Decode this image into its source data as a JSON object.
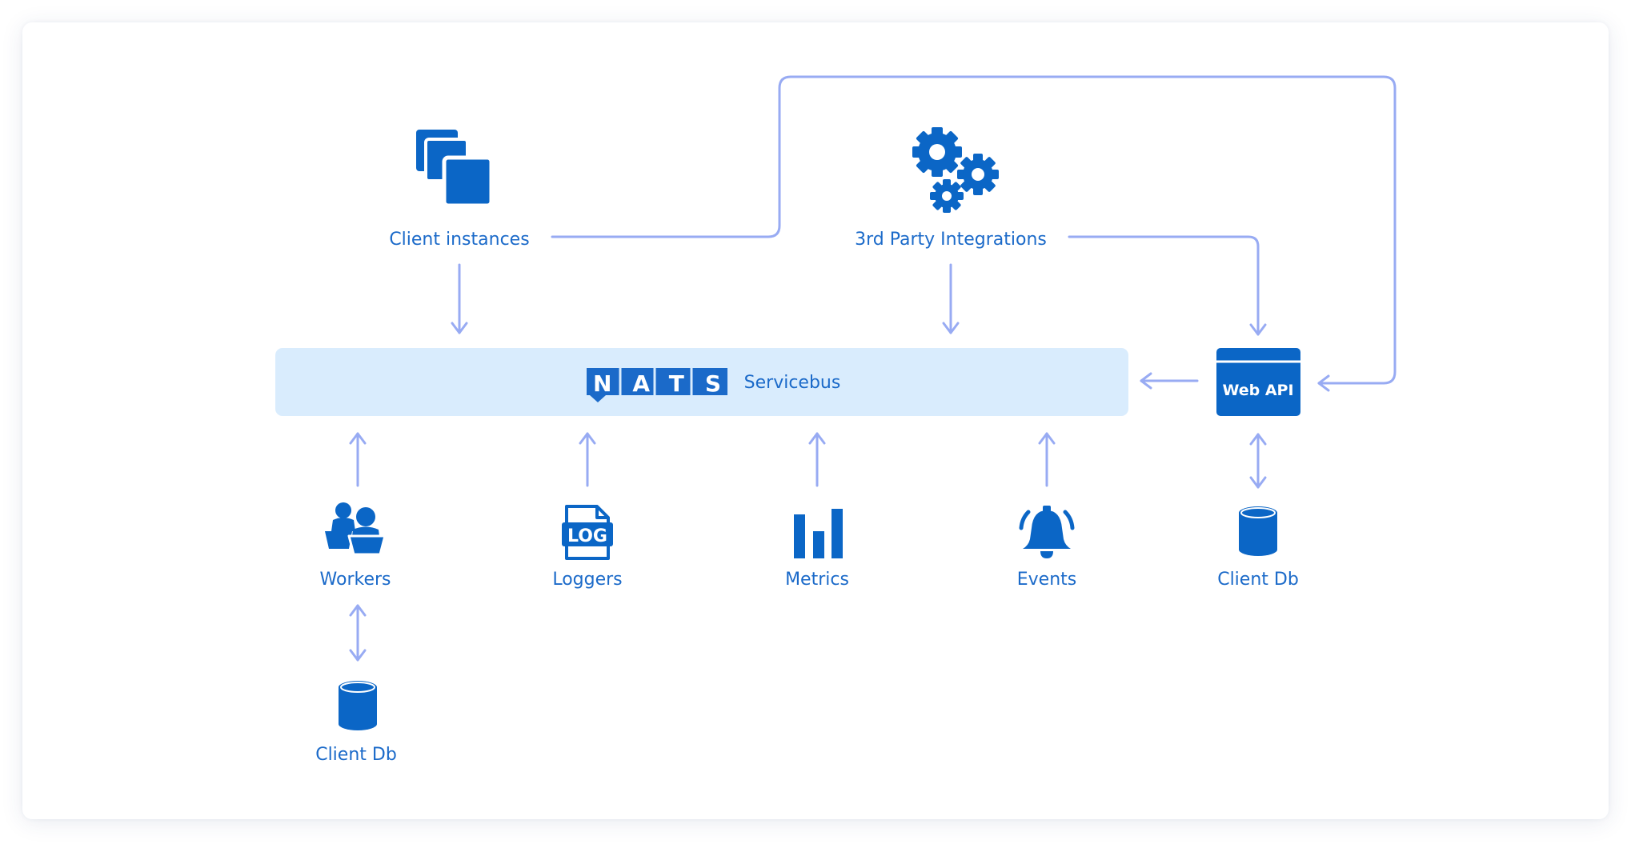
{
  "diagram": {
    "bus": {
      "logo_text": "NATS",
      "label": "Servicebus"
    },
    "top_nodes": {
      "client_instances": "Client instances",
      "third_party": "3rd Party Integrations"
    },
    "web_api": {
      "label": "Web API"
    },
    "bottom_nodes": {
      "workers": "Workers",
      "loggers": "Loggers",
      "log_badge": "LOG",
      "metrics": "Metrics",
      "events": "Events",
      "client_db_right": "Client Db"
    },
    "worker_db": "Client Db"
  },
  "colors": {
    "accent": "#0b66c6",
    "label": "#1b6ac9",
    "bus_fill": "#d9ecfd",
    "connector": "#98abf3"
  }
}
